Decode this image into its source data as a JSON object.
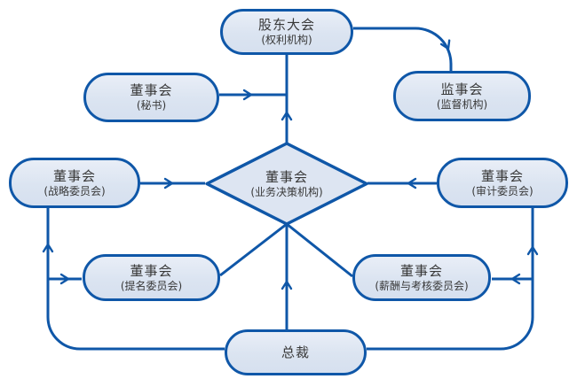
{
  "diagram": {
    "type": "corporate-governance-flowchart",
    "colors": {
      "line": "#0f57a8",
      "node_border": "#0f57a8",
      "node_fill": "#dde5f2",
      "text": "#383838",
      "background": "#ffffff"
    },
    "nodes": {
      "shareholders": {
        "title": "股东大会",
        "subtitle": "(权利机构)"
      },
      "supervisory": {
        "title": "监事会",
        "subtitle": "(监督机构)"
      },
      "secretary": {
        "title": "董事会",
        "subtitle": "(秘书)"
      },
      "board": {
        "title": "董事会",
        "subtitle": "(业务决策机构)"
      },
      "strategy": {
        "title": "董事会",
        "subtitle": "(战略委员会)"
      },
      "audit": {
        "title": "董事会",
        "subtitle": "(审计委员会)"
      },
      "nomination": {
        "title": "董事会",
        "subtitle": "(提名委员会)"
      },
      "remuneration": {
        "title": "董事会",
        "subtitle": "(薪酬与考核委员会)"
      },
      "president": {
        "title": "总裁"
      }
    }
  }
}
